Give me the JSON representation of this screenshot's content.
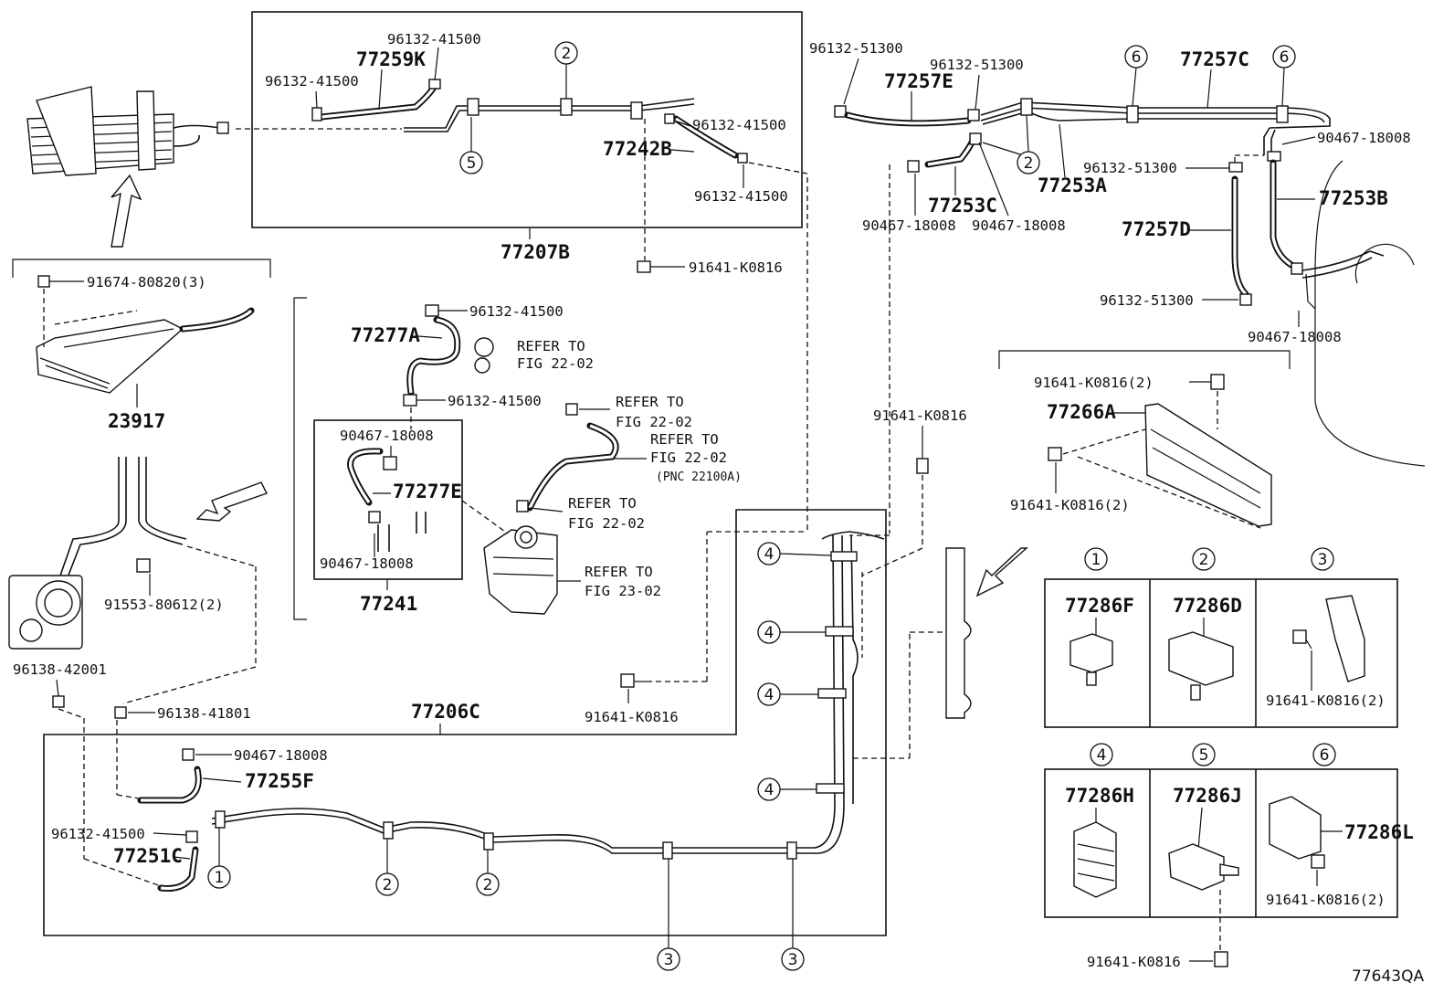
{
  "top_box": {
    "part": "77207B",
    "labels": {
      "clamp_a": "96132-41500",
      "hose_k": "77259K",
      "clamp_b": "96132-41500",
      "clamp_c": "96132-41500",
      "hose_b": "77242B",
      "clamp_d": "96132-41500"
    },
    "refs": {
      "r5": "5",
      "r2": "2"
    }
  },
  "top_right": {
    "labels": {
      "l1": "96132-51300",
      "l2": "96132-51300",
      "l3": "77257E",
      "l4": "77257C",
      "l5": "90467-18008",
      "l6": "96132-51300",
      "l7": "77253A",
      "l8": "77253C",
      "l9": "90467-18008",
      "l10": "90467-18008",
      "l11": "77257D",
      "l12": "77253B",
      "l13": "96132-51300",
      "l14": "90467-18008"
    },
    "refs": {
      "r6a": "6",
      "r6b": "6",
      "r2": "2"
    }
  },
  "left": {
    "bolt": "91674-80820(3)",
    "cooler": "23917",
    "bolt2": "91553-80612(2)",
    "clip_a": "96138-42001",
    "clip_b": "96138-41801",
    "bolt3": "91641-K0816"
  },
  "middle": {
    "clamp_top": "96132-41500",
    "hose_a": "77277A",
    "refer_1": [
      "REFER TO",
      "FIG 22-02"
    ],
    "clamp_mid": "96132-41500",
    "refer_2": [
      "REFER TO",
      "FIG 22-02"
    ],
    "refer_3": [
      "REFER TO",
      "FIG 22-02"
    ],
    "pnc": "(PNC 22100A)",
    "refer_4": [
      "REFER TO",
      "FIG 22-02"
    ],
    "refer_5": [
      "REFER TO",
      "FIG 23-02"
    ],
    "inset_clamp_a": "90467-18008",
    "inset_hose": "77277E",
    "inset_clamp_b": "90467-18008",
    "inset_part": "77241",
    "bolt_center": "91641-K0816",
    "bolt_right": "91641-K0816"
  },
  "bottom_box": {
    "part": "77206C",
    "clamp_a": "90467-18008",
    "hose_f": "77255F",
    "clamp_b": "96132-41500",
    "hose_c": "77251C",
    "refs": {
      "r1": "1",
      "r2a": "2",
      "r2b": "2",
      "r3a": "3",
      "r3b": "3",
      "r4a": "4",
      "r4b": "4",
      "r4c": "4",
      "r4d": "4"
    }
  },
  "bracket": {
    "bolt_a": "91641-K0816(2)",
    "part": "77266A",
    "bolt_b": "91641-K0816(2)"
  },
  "legend": {
    "cells": [
      {
        "num": "1",
        "part": "77286F",
        "note": ""
      },
      {
        "num": "2",
        "part": "77286D",
        "note": ""
      },
      {
        "num": "3",
        "part": "",
        "note": "91641-K0816(2)"
      },
      {
        "num": "4",
        "part": "77286H",
        "note": ""
      },
      {
        "num": "5",
        "part": "77286J",
        "note": ""
      },
      {
        "num": "6",
        "part": "77286L",
        "note": "91641-K0816(2)"
      }
    ],
    "bolt_below": "91641-K0816"
  },
  "diagram_code": "77643QA"
}
